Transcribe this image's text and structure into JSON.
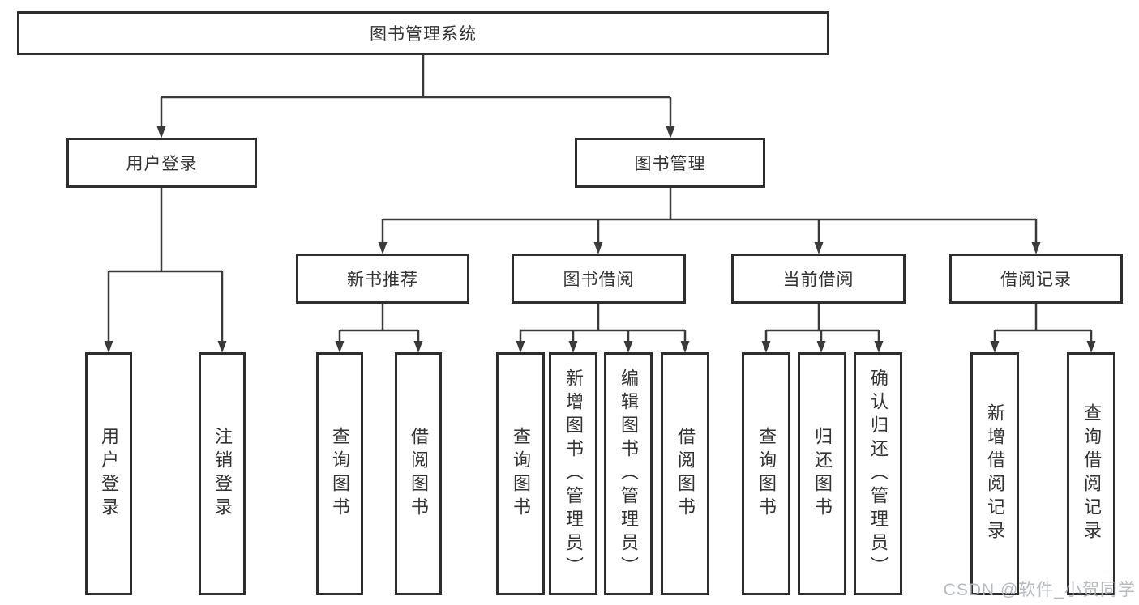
{
  "diagram": {
    "root": {
      "label": "图书管理系统"
    },
    "level2": [
      {
        "label": "用户登录"
      },
      {
        "label": "图书管理"
      }
    ],
    "level3": [
      {
        "label": "新书推荐"
      },
      {
        "label": "图书借阅"
      },
      {
        "label": "当前借阅"
      },
      {
        "label": "借阅记录"
      }
    ],
    "leaves": {
      "user_login": [
        "用户登录",
        "注销登录"
      ],
      "new_book_recommend": [
        "查询图书",
        "借阅图书"
      ],
      "book_borrow": [
        "查询图书",
        "新增图书（管理员）",
        "编辑图书（管理员）",
        "借阅图书"
      ],
      "current_borrow": [
        "查询图书",
        "归还图书",
        "确认归还（管理员）"
      ],
      "borrow_records": [
        "新增借阅记录",
        "查询借阅记录"
      ]
    }
  },
  "watermark": {
    "text": "CSDN @软件_小贺同学"
  },
  "colors": {
    "line": "#3a3a3a",
    "box_border": "#2e2e2e",
    "box_fill": "#ffffff",
    "text": "#333333",
    "watermark": "#b2b7be"
  }
}
